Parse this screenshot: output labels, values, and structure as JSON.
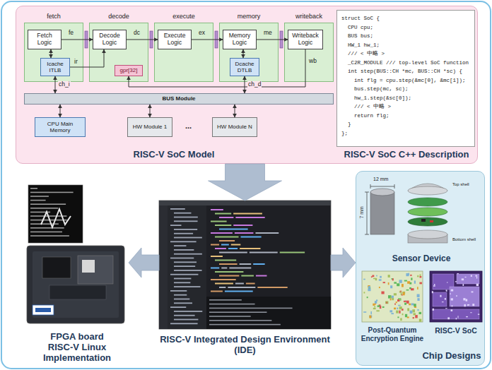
{
  "diagram": {
    "nodes": [
      {
        "text": [
          "RISC-V SoC Model",
          "RISC-V SoC C++ Description"
        ]
      },
      {
        "text": [
          "fetch"
        ],
        "in": 0
      },
      {
        "text": [
          "Fetch Logic"
        ],
        "in": 1
      },
      {
        "text": [
          "Icache ITLB"
        ],
        "in": 1
      },
      {
        "text": [
          "decode"
        ],
        "in": 0
      },
      {
        "text": [
          "Decode Logic"
        ],
        "in": 4
      },
      {
        "text": [
          "gpr[32]"
        ],
        "in": 4
      },
      {
        "text": [
          "execute"
        ],
        "in": 0
      },
      {
        "text": [
          "Execute Logic"
        ],
        "in": 7
      },
      {
        "text": [
          "memory"
        ],
        "in": 0
      },
      {
        "text": [
          "Memory Logic"
        ],
        "in": 9
      },
      {
        "text": [
          "Dcache DTLB"
        ],
        "in": 9
      },
      {
        "text": [
          "writeback"
        ],
        "in": 0
      },
      {
        "text": [
          "Writeback Logic"
        ],
        "in": 12
      },
      {
        "text": [
          "BUS Module"
        ],
        "in": 0
      },
      {
        "text": [
          "CPU Main Memory"
        ],
        "in": 0
      },
      {
        "text": [
          "HW Module 1"
        ],
        "in": 0
      },
      {
        "text": [
          "HW Module N"
        ],
        "in": 0
      },
      {
        "text": [
          "struct SoC {",
          "CPU cpu;",
          "BUS bus;",
          "HW_1 hw_1;",
          "/// < 中略 >",
          "_C2R_MODULE /// top-level SoC function",
          "int step(BUS::CH *mc, BUS::CH *sc) {",
          "int flg = cpu.step(&mc[0], &mc[1]);",
          "bus.step(mc, sc);",
          "hw_1.step(&sc[0]);",
          "/// < 中略 >",
          "return flg;",
          "}",
          "};"
        ],
        "in": 0
      },
      {
        "text": [
          "FPGA board RISC-V Linux Implementation"
        ]
      },
      {
        "text": [
          "RISC-V Integrated Design Environment (IDE)"
        ]
      },
      {
        "text": [
          "Chip Designs"
        ]
      },
      {
        "text": [
          "Sensor Device"
        ],
        "in": 21
      },
      {
        "text": [
          "Post-Quantum Encryption Engine"
        ],
        "in": 21
      },
      {
        "text": [
          "RISC-V SoC"
        ],
        "in": 21
      }
    ],
    "edges": [
      {
        "from": 2,
        "to": 5,
        "arrow": "to"
      },
      {
        "from": 5,
        "to": 8,
        "arrow": "to"
      },
      {
        "from": 8,
        "to": 10,
        "arrow": "to"
      },
      {
        "from": 10,
        "to": 13,
        "arrow": "to"
      },
      {
        "from": 2,
        "to": 3,
        "arrow": "both"
      },
      {
        "from": 3,
        "to": 5,
        "label": "ir",
        "arrow": "to"
      },
      {
        "from": 13,
        "to": 6,
        "label": "wb",
        "arrow": "to"
      },
      {
        "from": 10,
        "to": 11,
        "arrow": "both"
      },
      {
        "from": 3,
        "to": 14,
        "label": "ch_i",
        "arrow": "both"
      },
      {
        "from": 11,
        "to": 14,
        "label": "ch_d",
        "arrow": "both"
      },
      {
        "from": 14,
        "to": 15,
        "arrow": "both"
      },
      {
        "from": 14,
        "to": 16,
        "arrow": "both"
      },
      {
        "from": 14,
        "to": 17,
        "arrow": "both"
      },
      {
        "from": 0,
        "to": 20,
        "arrow": "to"
      },
      {
        "from": 20,
        "to": 19,
        "arrow": "to"
      },
      {
        "from": 20,
        "to": 21,
        "arrow": "to"
      }
    ],
    "labels": [
      "fe",
      "dc",
      "ex",
      "me",
      "...",
      "12 mm",
      "7 mm",
      "Top shell",
      "Bottom shell"
    ]
  }
}
